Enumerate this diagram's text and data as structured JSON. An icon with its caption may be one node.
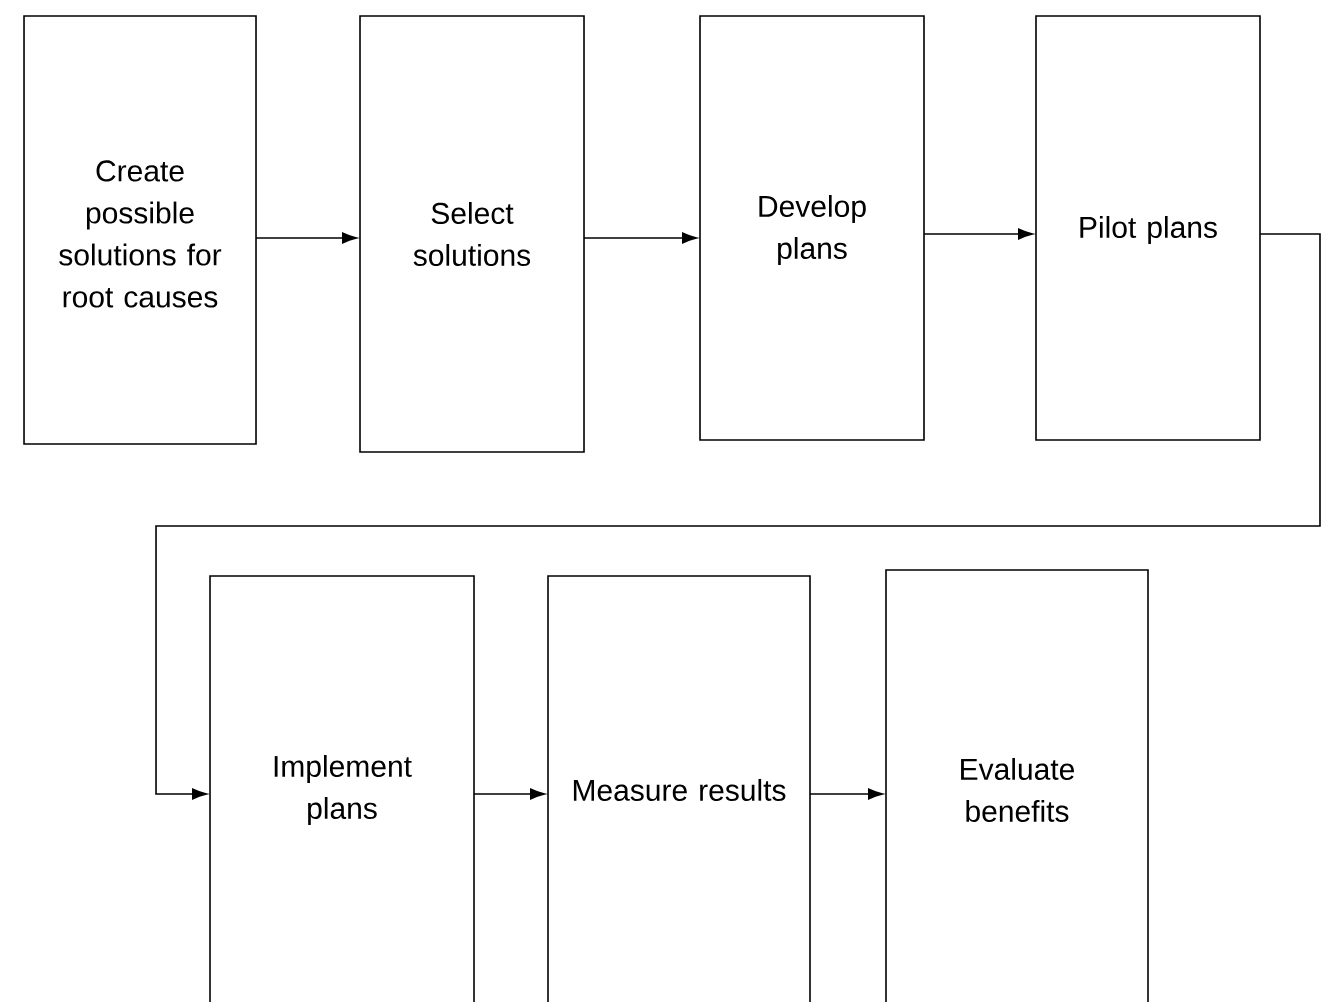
{
  "diagram": {
    "nodes": [
      {
        "text": [
          "Create possible solutions for root causes"
        ]
      },
      {
        "text": [
          "Select solutions"
        ]
      },
      {
        "text": [
          "Develop plans"
        ]
      },
      {
        "text": [
          "Pilot plans"
        ]
      },
      {
        "text": [
          "Implement plans"
        ]
      },
      {
        "text": [
          "Measure results"
        ]
      },
      {
        "text": [
          "Evaluate benefits"
        ]
      }
    ],
    "edges": [
      {
        "from": 0,
        "to": 1,
        "arrow": "to"
      },
      {
        "from": 1,
        "to": 2,
        "arrow": "to"
      },
      {
        "from": 2,
        "to": 3,
        "arrow": "to"
      },
      {
        "from": 3,
        "to": 4,
        "arrow": "to"
      },
      {
        "from": 4,
        "to": 5,
        "arrow": "to"
      },
      {
        "from": 5,
        "to": 6,
        "arrow": "to"
      }
    ]
  }
}
